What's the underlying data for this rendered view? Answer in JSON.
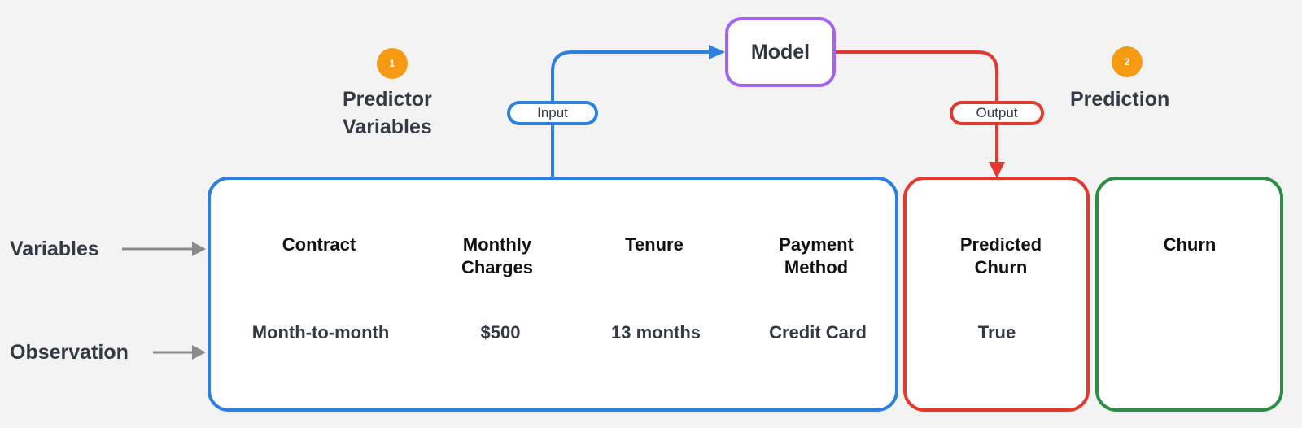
{
  "steps": [
    {
      "number": "1",
      "label_lines": [
        "Predictor",
        "Variables"
      ]
    },
    {
      "number": "2",
      "label_lines": [
        "Prediction"
      ]
    }
  ],
  "model": {
    "label": "Model"
  },
  "connectors": {
    "input_label": "Input",
    "output_label": "Output"
  },
  "side_labels": {
    "variables": "Variables",
    "observation": "Observation"
  },
  "predictor_table": {
    "columns": [
      {
        "header_lines": [
          "Contract"
        ],
        "value": "Month-to-month"
      },
      {
        "header_lines": [
          "Monthly",
          "Charges"
        ],
        "value": "$500"
      },
      {
        "header_lines": [
          "Tenure"
        ],
        "value": "13 months"
      },
      {
        "header_lines": [
          "Payment",
          "Method"
        ],
        "value": "Credit Card"
      }
    ]
  },
  "prediction_column": {
    "header_lines": [
      "Predicted",
      "Churn"
    ],
    "value": "True"
  },
  "actual_column": {
    "header_lines": [
      "Churn"
    ],
    "value": ""
  },
  "colors": {
    "input_blue": "#2d7fe0",
    "output_red": "#e23a2e",
    "actual_green": "#2e8c46",
    "model_purple": "#a463f2",
    "badge_orange": "#f59a12",
    "arrow_gray": "#8a8a8a",
    "divider_gray": "#cfcfcf"
  }
}
